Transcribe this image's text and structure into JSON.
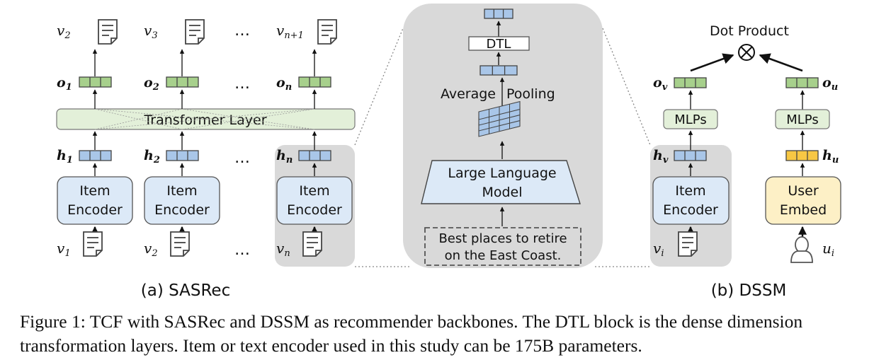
{
  "sasrec": {
    "output_items": [
      "v",
      "v",
      "v"
    ],
    "output_subs": [
      "2",
      "3",
      "n+1"
    ],
    "outputs": [
      "o",
      "o",
      "o"
    ],
    "output_subs2": [
      "1",
      "2",
      "n"
    ],
    "layer_label": "Transformer Layer",
    "hidden": [
      "h",
      "h",
      "h"
    ],
    "hidden_subs": [
      "1",
      "2",
      "n"
    ],
    "encoder_line1": "Item",
    "encoder_line2": "Encoder",
    "input_items": [
      "v",
      "v",
      "v"
    ],
    "input_subs": [
      "1",
      "2",
      "n"
    ],
    "ellipsis": "…",
    "caption": "(a) SASRec"
  },
  "llm": {
    "dtl_label": "DTL",
    "pooling_left": "Average",
    "pooling_right": "Pooling",
    "model_line1": "Large Language",
    "model_line2": "Model",
    "text_line1": "Best places to retire",
    "text_line2": "on the East Coast."
  },
  "dssm": {
    "dot_label": "Dot Product",
    "dot_symbol": "⊗",
    "o_item": "o",
    "o_item_sub": "v",
    "o_user": "o",
    "o_user_sub": "u",
    "mlp_label": "MLPs",
    "h_item": "h",
    "h_item_sub": "v",
    "h_user": "h",
    "h_user_sub": "u",
    "item_line1": "Item",
    "item_line2": "Encoder",
    "user_line1": "User",
    "user_line2": "Embed",
    "v_label": "v",
    "v_sub": "i",
    "u_label": "u",
    "u_sub": "i",
    "caption": "(b) DSSM"
  },
  "figure_caption": "Figure 1: TCF with SASRec and DSSM as recommender backbones. The DTL block is the dense dimension transformation layers. Item or text encoder used in this study can be 175B parameters.",
  "colors": {
    "blue_fill": "#a9c6e8",
    "blue_box": "#dce9f7",
    "green_fill": "#a7d08c",
    "green_box": "#e3f0d9",
    "yellow_fill": "#f7c744",
    "yellow_box": "#fdf0c6",
    "gray_panel": "#d9d9d9",
    "stroke": "#444444"
  }
}
